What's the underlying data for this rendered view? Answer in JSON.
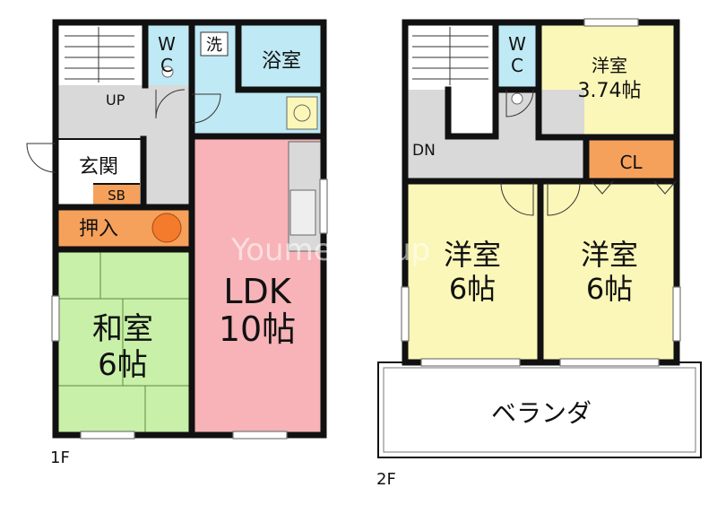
{
  "floor1": {
    "label": "1F",
    "rooms": {
      "wc": "W\nC",
      "wash": "洗",
      "bath": "浴室",
      "entrance": "玄関",
      "shoebox": "SB",
      "closet": "押入",
      "up": "UP",
      "ldk_name": "LDK",
      "ldk_size": "10帖",
      "washitsu_name": "和室",
      "washitsu_size": "6帖"
    }
  },
  "floor2": {
    "label": "2F",
    "rooms": {
      "wc": "W\nC",
      "dn": "DN",
      "cl": "CL",
      "small_room_name": "洋室",
      "small_room_size": "3.74帖",
      "room_left_name": "洋室",
      "room_left_size": "6帖",
      "room_right_name": "洋室",
      "room_right_size": "6帖",
      "veranda": "ベランダ"
    }
  },
  "watermark": "Youme group",
  "colors": {
    "wc": "#bfe9f4",
    "bath": "#bfe9f4",
    "entrance": "#ffffff",
    "hall": "#d9d9d9",
    "shoebox": "#f6a15b",
    "closet": "#f6a15b",
    "ldk": "#f7b3b8",
    "washitsu": "#c8f0a8",
    "yoshitsu": "#fbf7b8",
    "cl": "#f6a15b",
    "veranda": "#ffffff",
    "walls": "#111111"
  }
}
